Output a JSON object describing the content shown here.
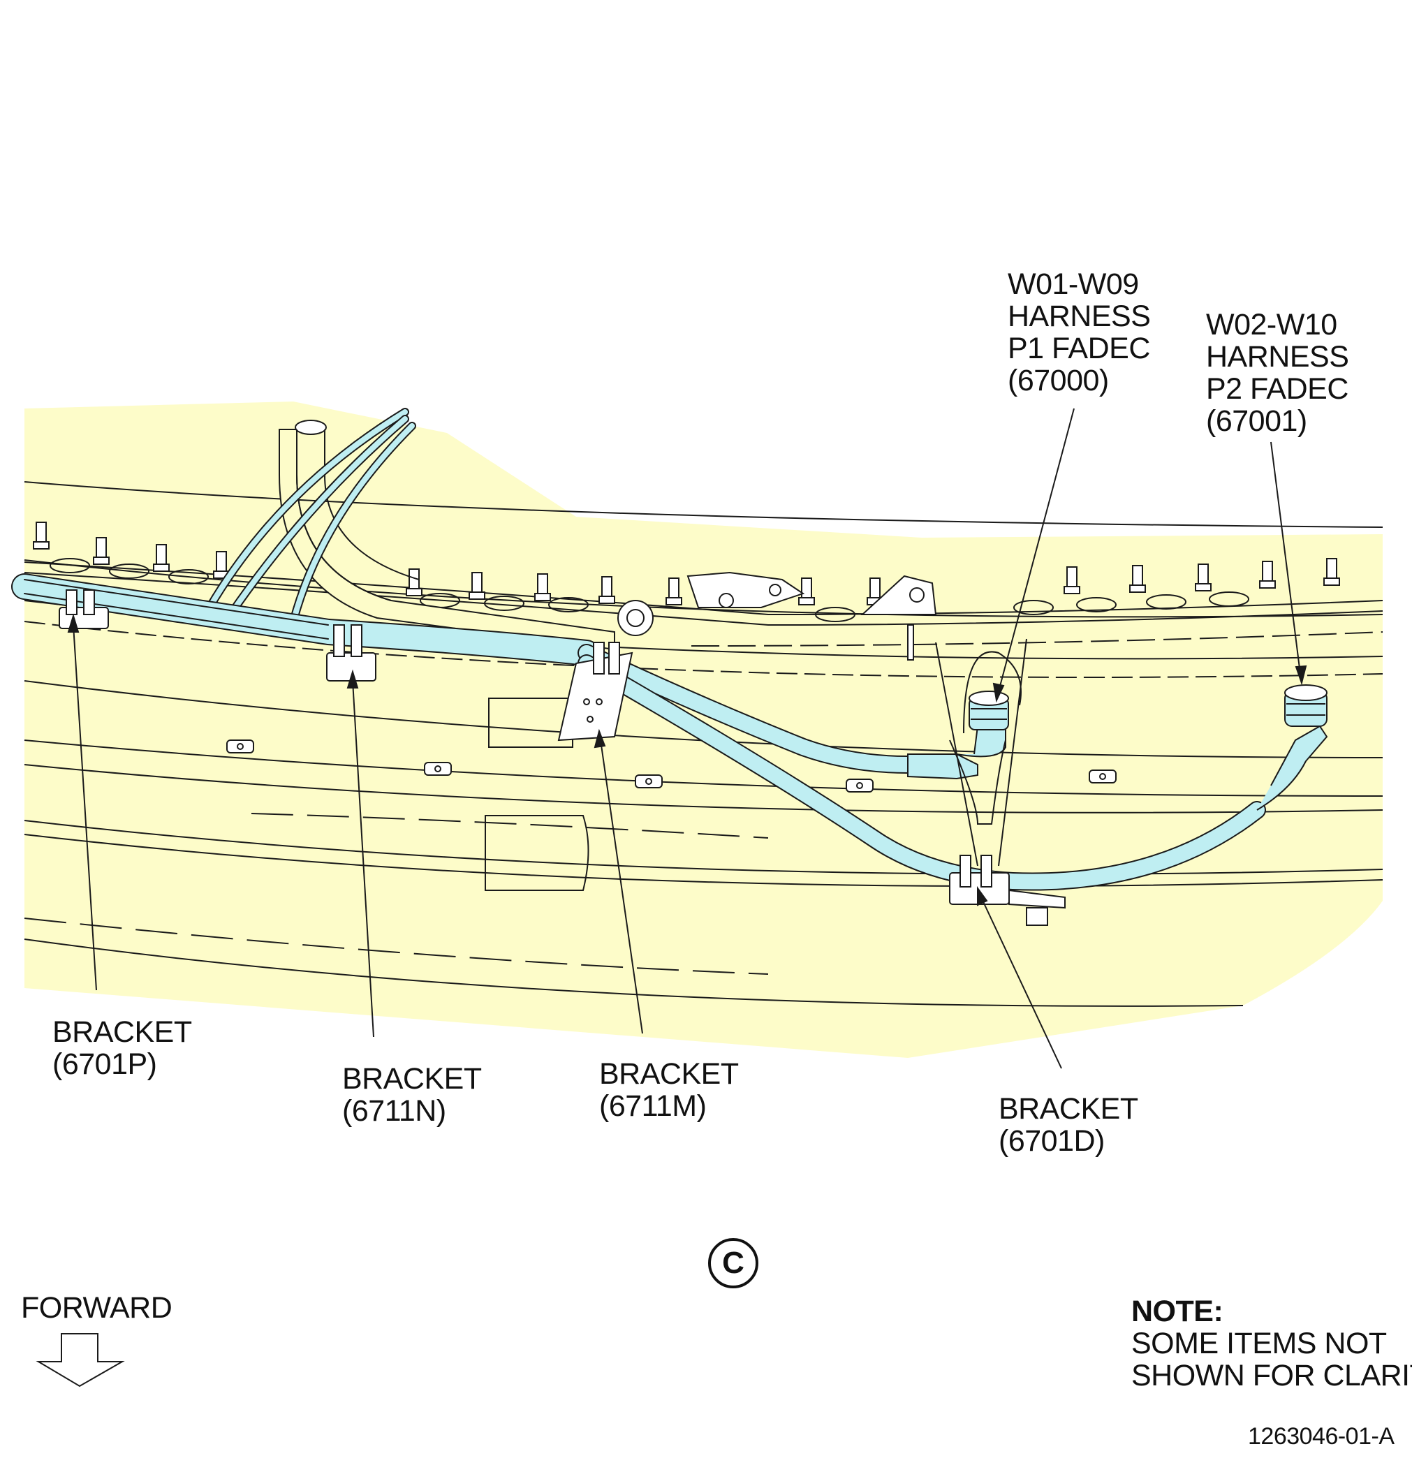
{
  "callouts": {
    "harness_p1": {
      "lines": [
        "W01-W09",
        "HARNESS",
        "P1 FADEC",
        "(67000)"
      ]
    },
    "harness_p2": {
      "lines": [
        "W02-W10",
        "HARNESS",
        "P2 FADEC",
        "(67001)"
      ]
    },
    "bracket_6701p": {
      "lines": [
        "BRACKET",
        "(6701P)"
      ]
    },
    "bracket_6711n": {
      "lines": [
        "BRACKET",
        "(6711N)"
      ]
    },
    "bracket_6711m": {
      "lines": [
        "BRACKET",
        "(6711M)"
      ]
    },
    "bracket_6701d": {
      "lines": [
        "BRACKET",
        "(6701D)"
      ]
    }
  },
  "view_label": "C",
  "forward_label": "FORWARD",
  "note": {
    "title": "NOTE:",
    "lines": [
      "SOME ITEMS NOT",
      "SHOWN FOR CLARITY."
    ]
  },
  "figure_id": "1263046-01-A",
  "colors": {
    "structure_fill": "#fdfcc9",
    "harness_fill": "#bfeef2",
    "line": "#1a1a1a"
  }
}
